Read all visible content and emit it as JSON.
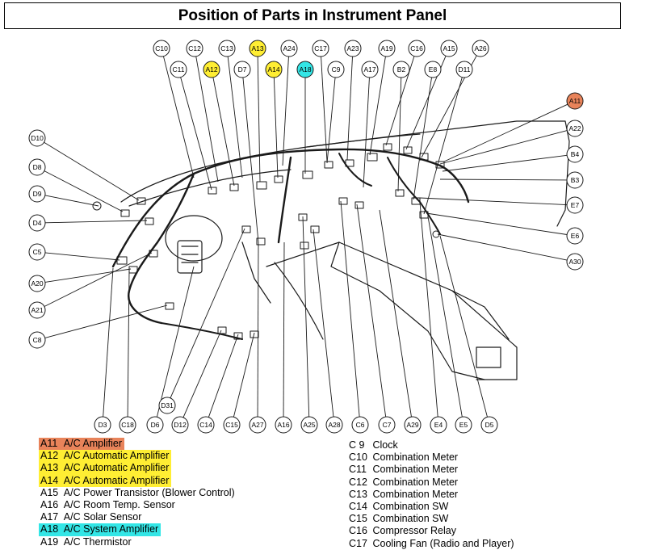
{
  "title": "Position of Parts in Instrument Panel",
  "colors": {
    "orange": "#e8835a",
    "yellow": "#ffee33",
    "cyan": "#33e6e6",
    "line": "#1a1a1a"
  },
  "callouts": [
    {
      "id": "c10",
      "label": "C10",
      "hl": ""
    },
    {
      "id": "c12",
      "label": "C12",
      "hl": ""
    },
    {
      "id": "c13",
      "label": "C13",
      "hl": ""
    },
    {
      "id": "a13",
      "label": "A13",
      "hl": "yellow"
    },
    {
      "id": "a24",
      "label": "A24",
      "hl": ""
    },
    {
      "id": "c17",
      "label": "C17",
      "hl": ""
    },
    {
      "id": "a23",
      "label": "A23",
      "hl": ""
    },
    {
      "id": "a19",
      "label": "A19",
      "hl": ""
    },
    {
      "id": "c16",
      "label": "C16",
      "hl": ""
    },
    {
      "id": "a15",
      "label": "A15",
      "hl": ""
    },
    {
      "id": "a26",
      "label": "A26",
      "hl": ""
    },
    {
      "id": "c11",
      "label": "C11",
      "hl": ""
    },
    {
      "id": "a12",
      "label": "A12",
      "hl": "yellow"
    },
    {
      "id": "d7",
      "label": "D7",
      "hl": ""
    },
    {
      "id": "a14",
      "label": "A14",
      "hl": "yellow"
    },
    {
      "id": "a18",
      "label": "A18",
      "hl": "cyan"
    },
    {
      "id": "c9",
      "label": "C9",
      "hl": ""
    },
    {
      "id": "a17",
      "label": "A17",
      "hl": ""
    },
    {
      "id": "b2",
      "label": "B2",
      "hl": ""
    },
    {
      "id": "e8",
      "label": "E8",
      "hl": ""
    },
    {
      "id": "d11",
      "label": "D11",
      "hl": ""
    },
    {
      "id": "a11",
      "label": "A11",
      "hl": "orange"
    },
    {
      "id": "a22",
      "label": "A22",
      "hl": ""
    },
    {
      "id": "b4",
      "label": "B4",
      "hl": ""
    },
    {
      "id": "b3",
      "label": "B3",
      "hl": ""
    },
    {
      "id": "e7",
      "label": "E7",
      "hl": ""
    },
    {
      "id": "e6",
      "label": "E6",
      "hl": ""
    },
    {
      "id": "a30",
      "label": "A30",
      "hl": ""
    },
    {
      "id": "d10",
      "label": "D10",
      "hl": ""
    },
    {
      "id": "d8",
      "label": "D8",
      "hl": ""
    },
    {
      "id": "d9",
      "label": "D9",
      "hl": ""
    },
    {
      "id": "d4",
      "label": "D4",
      "hl": ""
    },
    {
      "id": "c5",
      "label": "C5",
      "hl": ""
    },
    {
      "id": "a20",
      "label": "A20",
      "hl": ""
    },
    {
      "id": "a21",
      "label": "A21",
      "hl": ""
    },
    {
      "id": "c8",
      "label": "C8",
      "hl": ""
    },
    {
      "id": "d31",
      "label": "D31",
      "hl": ""
    },
    {
      "id": "d3",
      "label": "D3",
      "hl": ""
    },
    {
      "id": "c18",
      "label": "C18",
      "hl": ""
    },
    {
      "id": "d6",
      "label": "D6",
      "hl": ""
    },
    {
      "id": "d12",
      "label": "D12",
      "hl": ""
    },
    {
      "id": "c14",
      "label": "C14",
      "hl": ""
    },
    {
      "id": "c15",
      "label": "C15",
      "hl": ""
    },
    {
      "id": "a27",
      "label": "A27",
      "hl": ""
    },
    {
      "id": "a16",
      "label": "A16",
      "hl": ""
    },
    {
      "id": "a25",
      "label": "A25",
      "hl": ""
    },
    {
      "id": "a28",
      "label": "A28",
      "hl": ""
    },
    {
      "id": "c6",
      "label": "C6",
      "hl": ""
    },
    {
      "id": "c7",
      "label": "C7",
      "hl": ""
    },
    {
      "id": "a29",
      "label": "A29",
      "hl": ""
    },
    {
      "id": "e4",
      "label": "E4",
      "hl": ""
    },
    {
      "id": "e5",
      "label": "E5",
      "hl": ""
    },
    {
      "id": "d5",
      "label": "D5",
      "hl": ""
    }
  ],
  "legend_left": [
    {
      "code": "A11",
      "name": "A/C Amplifier",
      "hl": "orange"
    },
    {
      "code": "A12",
      "name": "A/C Automatic Amplifier",
      "hl": "yellow"
    },
    {
      "code": "A13",
      "name": "A/C Automatic Amplifier",
      "hl": "yellow"
    },
    {
      "code": "A14",
      "name": "A/C Automatic Amplifier",
      "hl": "yellow"
    },
    {
      "code": "A15",
      "name": "A/C Power Transistor (Blower Control)",
      "hl": ""
    },
    {
      "code": "A16",
      "name": "A/C Room Temp. Sensor",
      "hl": ""
    },
    {
      "code": "A17",
      "name": "A/C Solar Sensor",
      "hl": ""
    },
    {
      "code": "A18",
      "name": "A/C System Amplifier",
      "hl": "cyan"
    },
    {
      "code": "A19",
      "name": "A/C Thermistor",
      "hl": ""
    }
  ],
  "legend_right": [
    {
      "code": "C 9",
      "name": "Clock"
    },
    {
      "code": "C10",
      "name": "Combination Meter"
    },
    {
      "code": "C11",
      "name": "Combination Meter"
    },
    {
      "code": "C12",
      "name": "Combination Meter"
    },
    {
      "code": "C13",
      "name": "Combination Meter"
    },
    {
      "code": "C14",
      "name": "Combination SW"
    },
    {
      "code": "C15",
      "name": "Combination SW"
    },
    {
      "code": "C16",
      "name": "Compressor Relay"
    },
    {
      "code": "C17",
      "name": "Cooling Fan (Radio and Player)"
    }
  ]
}
